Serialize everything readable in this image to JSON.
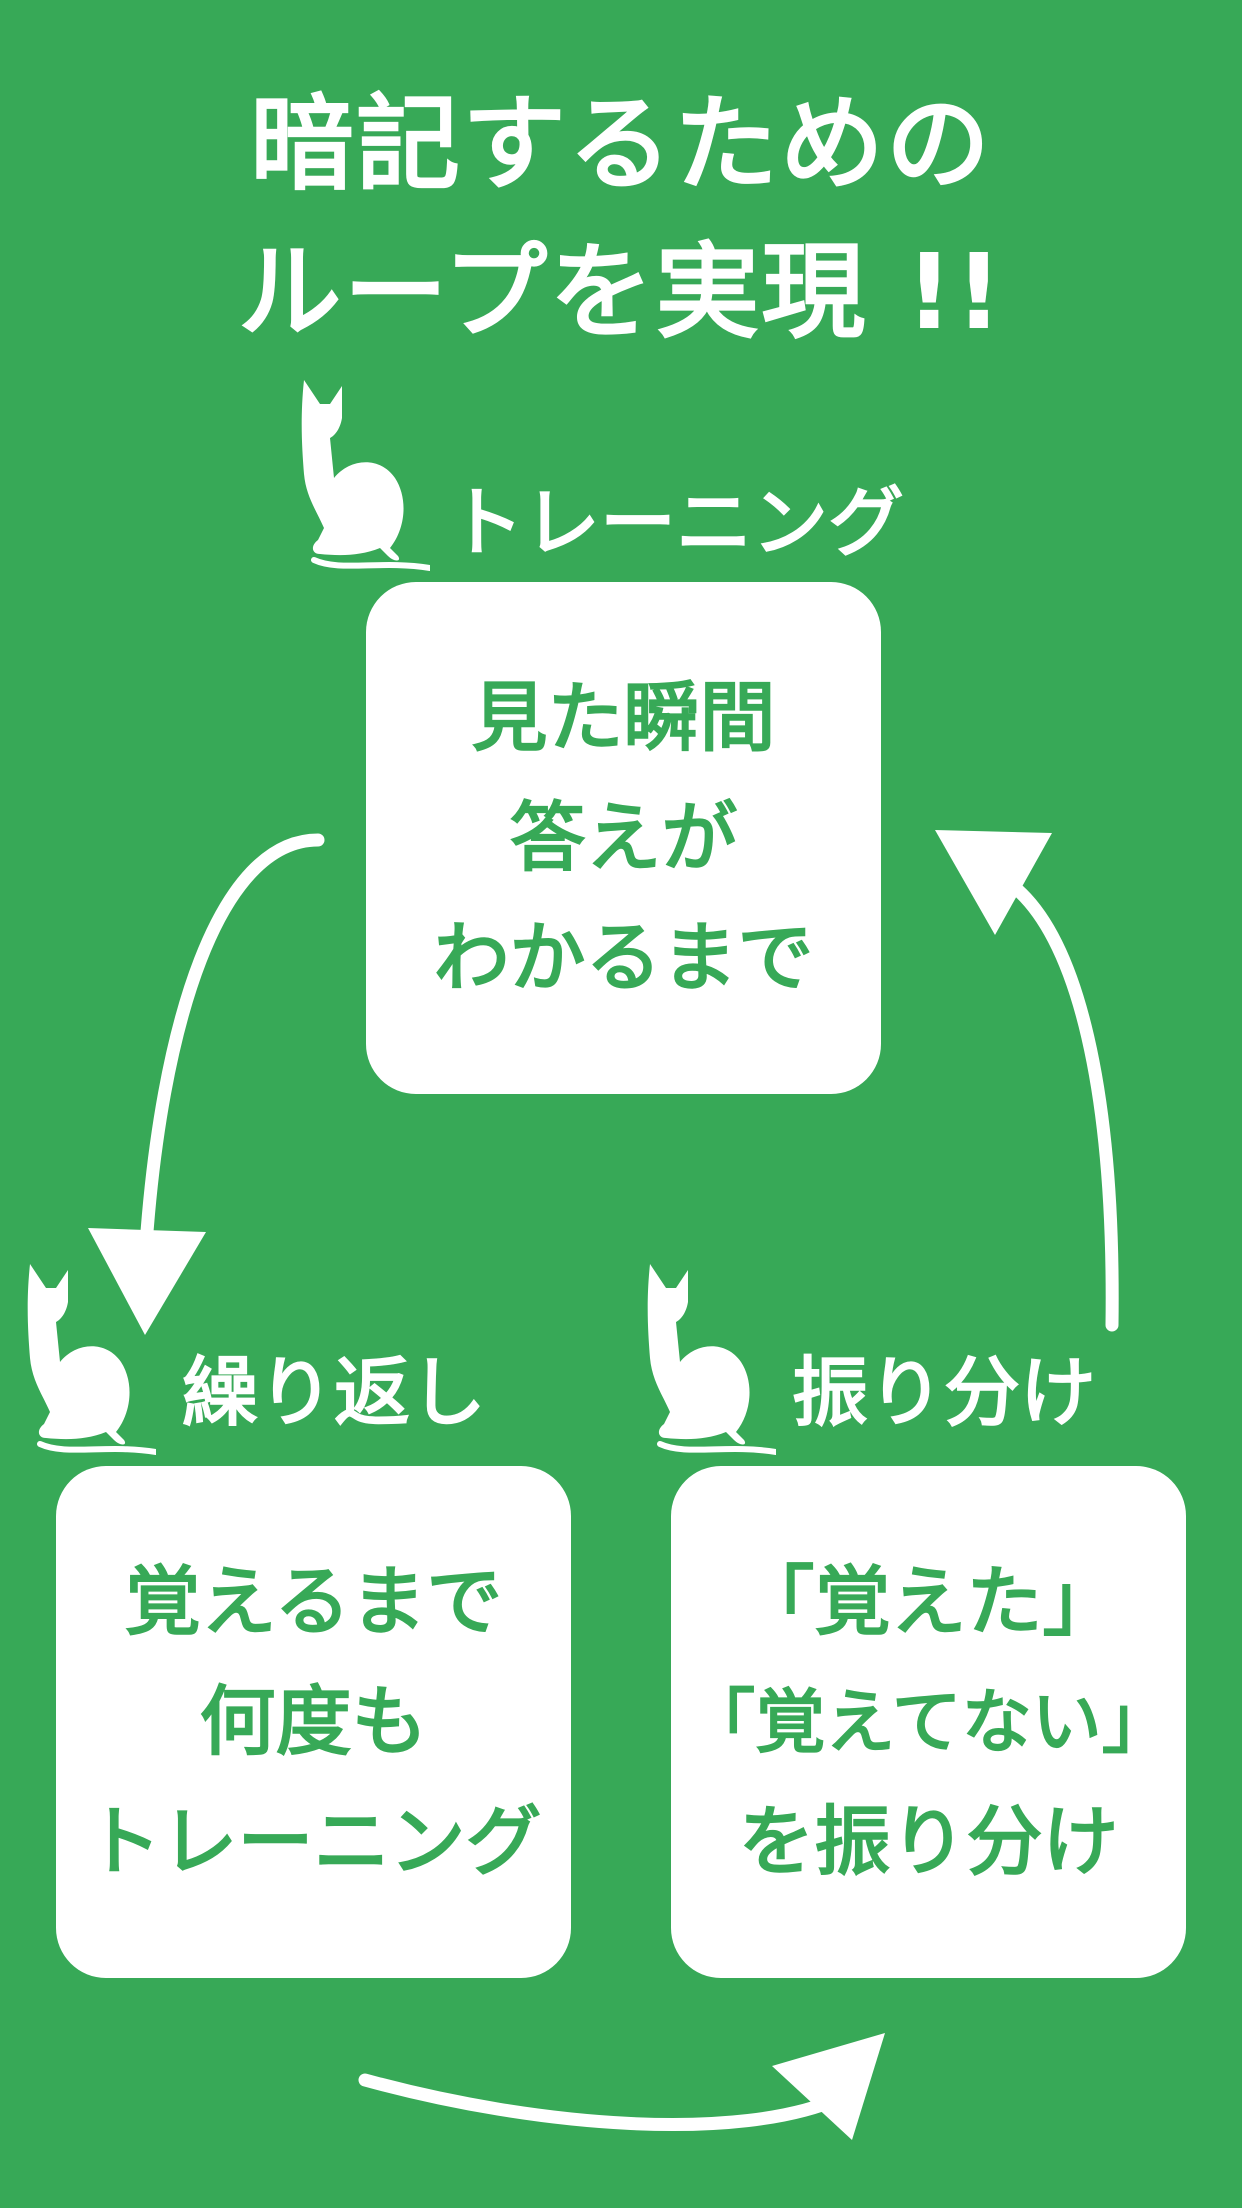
{
  "headline": {
    "line1": "暗記するための",
    "line2": "ループを実現 !!"
  },
  "stages": {
    "training": {
      "label": "トレーニング",
      "lines": [
        "見た瞬間",
        "答えが",
        "わかるまで"
      ]
    },
    "repeat": {
      "label": "繰り返し",
      "lines": [
        "覚えるまで",
        "何度も",
        "トレーニング"
      ]
    },
    "sort": {
      "label": "振り分け",
      "lines": [
        "「覚えた」",
        "「覚えてない」",
        "を振り分け"
      ]
    }
  },
  "colors": {
    "background": "#37a957",
    "box": "#ffffff",
    "box_text": "#37a957"
  },
  "icons": [
    "cat-icon",
    "cycle-arrow"
  ]
}
